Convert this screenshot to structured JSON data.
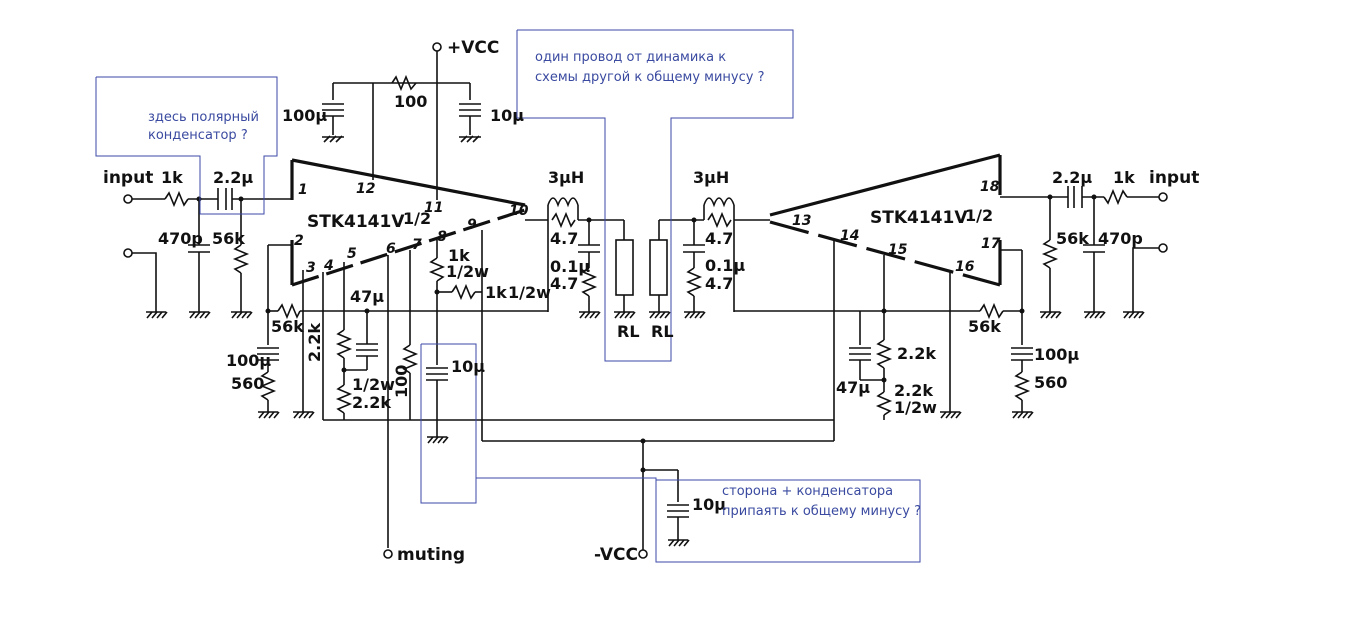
{
  "comments": {
    "speaker_wire": [
      "один провод от динамика к",
      "схемы другой к общему минусу ?"
    ],
    "polar_cap": [
      "здесь полярный",
      "конденсатор ?"
    ],
    "cap_plus_side": [
      "сторона + конденсатора",
      "припаять к общему минусу ?"
    ]
  },
  "labels": {
    "vcc_pos": "+VCC",
    "vcc_neg": "-VCC",
    "muting": "muting",
    "input_left": "input",
    "input_right": "input",
    "ic_left": "STK4141V",
    "ic_right": "STK4141V",
    "half": "1/2",
    "r_100_top": "100",
    "c_100u_top": "100μ",
    "c_10u_top": "10μ",
    "r_1k_left": "1k",
    "c_2u2_left": "2.2μ",
    "c_470p_left": "470p",
    "r_56k_left": "56k",
    "l_3uH_left": "3μH",
    "r_4_7_left_a": "4.7",
    "c_0_1u_left": "0.1μ",
    "r_4_7_left_b": "4.7",
    "rl_left": "RL",
    "rl_right": "RL",
    "l_3uH_right": "3μH",
    "r_4_7_right_a": "4.7",
    "c_0_1u_right": "0.1μ",
    "r_4_7_right_b": "4.7",
    "r_1k_half_w": "1k",
    "r_half_w": "1/2w",
    "r_1k_mid": "1k",
    "r_half_w2": "1/2w",
    "c_47u_left": "47μ",
    "r_56k_left2": "56k",
    "r_2_2k_left": "2.2k",
    "c_100u_left": "100μ",
    "r_560_left": "560",
    "r_half_w3": "1/2w",
    "r_2_2k_left2": "2.2k",
    "r_100_left": "100",
    "c_10u_mid": "10μ",
    "c_10u_bottom": "10μ",
    "c_47u_right": "47μ",
    "r_2_2k_right": "2.2k",
    "r_2_2k_right2": "2.2k",
    "r_half_w4": "1/2w",
    "r_56k_right2": "56k",
    "c_100u_right": "100μ",
    "r_560_right": "560",
    "r_56k_right": "56k",
    "c_470p_right": "470p",
    "c_2u2_right": "2.2μ",
    "r_1k_right": "1k"
  },
  "pins_left": [
    "1",
    "12",
    "11",
    "10",
    "9",
    "8",
    "7",
    "6",
    "5",
    "4",
    "3",
    "2"
  ],
  "pins_right": [
    "18",
    "13",
    "14",
    "15",
    "16",
    "17"
  ]
}
